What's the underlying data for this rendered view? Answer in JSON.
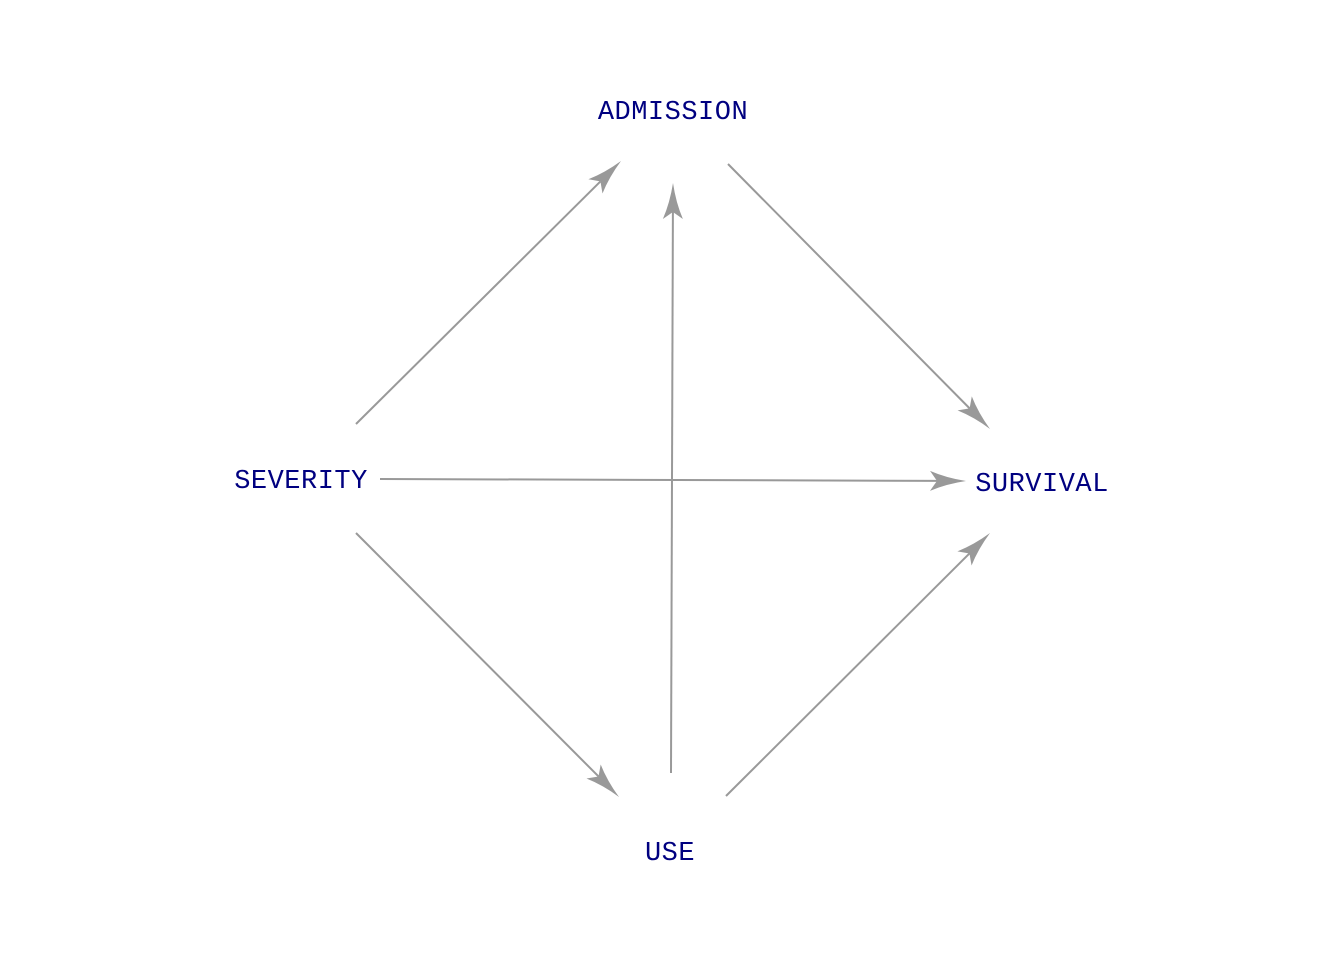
{
  "colors": {
    "node_text": "#000080",
    "edge": "#999999",
    "background": "#ffffff"
  },
  "nodes": {
    "admission": {
      "label": "ADMISSION"
    },
    "severity": {
      "label": "SEVERITY"
    },
    "survival": {
      "label": "SURVIVAL"
    },
    "use": {
      "label": "USE"
    }
  },
  "edges": [
    {
      "from": "severity",
      "to": "admission"
    },
    {
      "from": "severity",
      "to": "survival"
    },
    {
      "from": "severity",
      "to": "use"
    },
    {
      "from": "admission",
      "to": "survival"
    },
    {
      "from": "use",
      "to": "admission"
    },
    {
      "from": "use",
      "to": "survival"
    }
  ]
}
